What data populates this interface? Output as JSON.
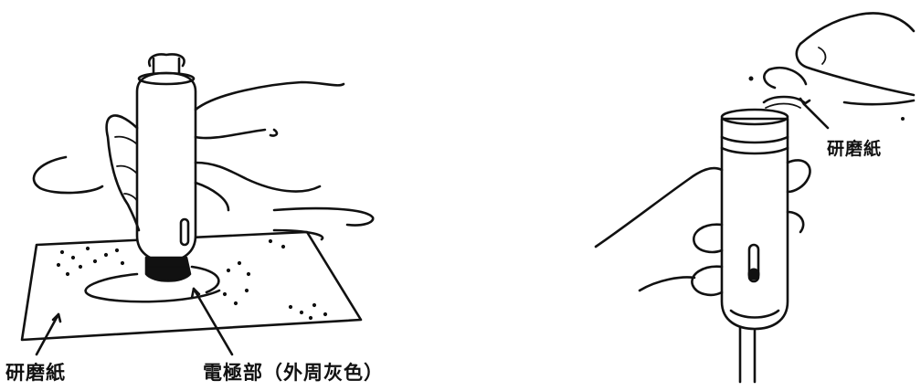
{
  "figure": {
    "left_panel": {
      "label_sandpaper": "研磨紙",
      "label_electrode": "電極部（外周灰色）"
    },
    "right_panel": {
      "label_sandpaper": "研磨紙"
    }
  }
}
